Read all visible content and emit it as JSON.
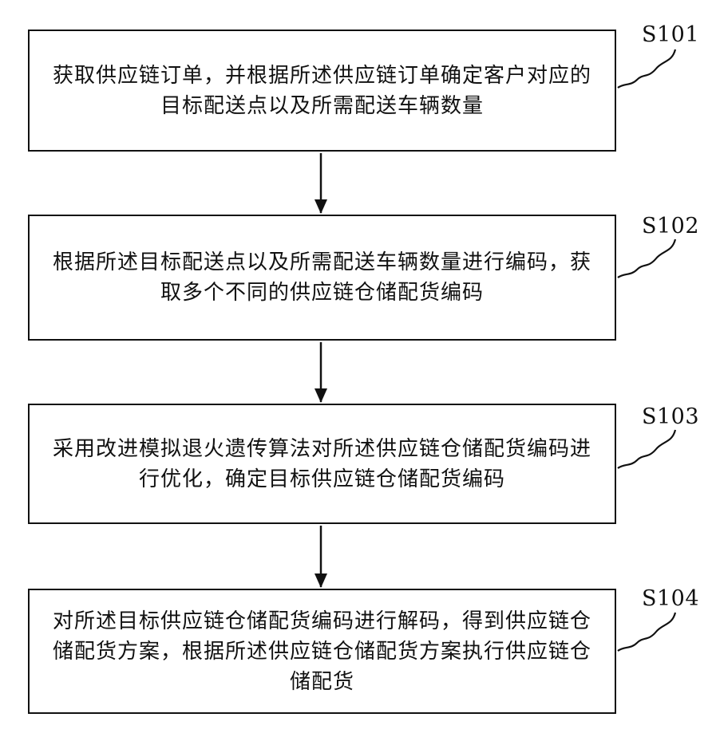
{
  "steps": [
    {
      "id": "S101",
      "text": "获取供应链订单，并根据所述供应链订单确定客户对应的目标配送点以及所需配送车辆数量"
    },
    {
      "id": "S102",
      "text": "根据所述目标配送点以及所需配送车辆数量进行编码，获取多个不同的供应链仓储配货编码"
    },
    {
      "id": "S103",
      "text": "采用改进模拟退火遗传算法对所述供应链仓储配货编码进行优化，确定目标供应链仓储配货编码"
    },
    {
      "id": "S104",
      "text": "对所述目标供应链仓储配货编码进行解码，得到供应链仓储配货方案，根据所述供应链仓储配货方案执行供应链仓储配货"
    }
  ]
}
